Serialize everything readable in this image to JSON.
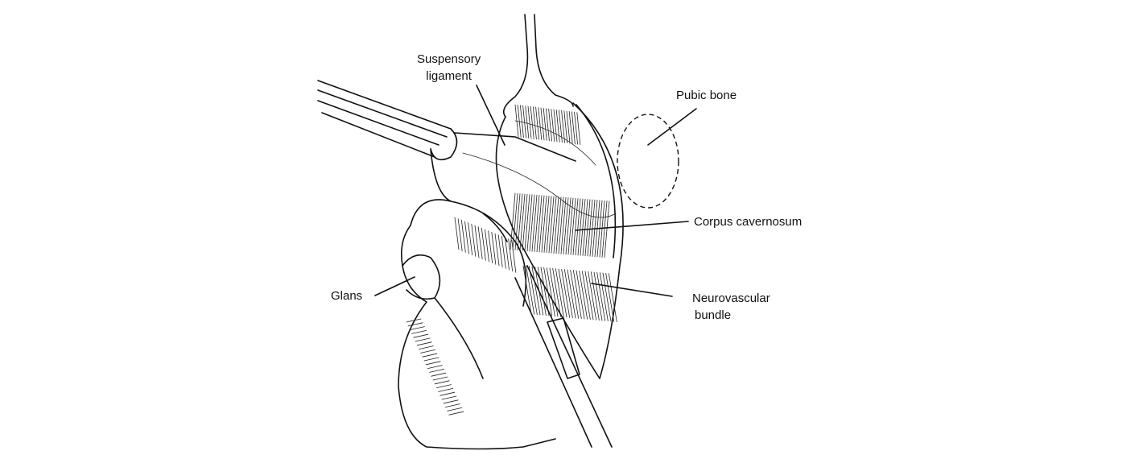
{
  "figure": {
    "labels": {
      "suspensory_ligament": [
        "Suspensory",
        "ligament"
      ],
      "pubic_bone": "Pubic bone",
      "corpus_cavernosum": "Corpus cavernosum",
      "glans": "Glans",
      "neurovascular_bundle": [
        "Neurovascular",
        "bundle"
      ]
    },
    "colors": {
      "ink": "#111111",
      "background": "#ffffff"
    }
  }
}
